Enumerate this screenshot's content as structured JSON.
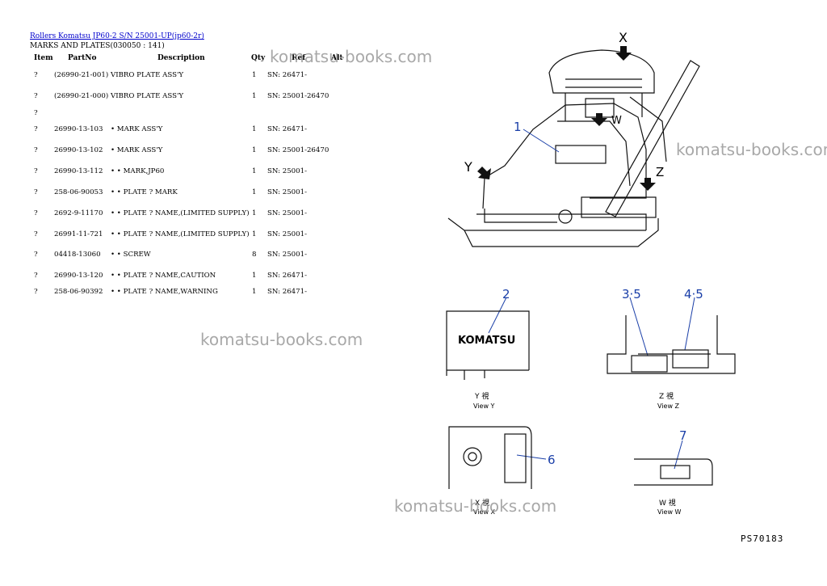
{
  "breadcrumb": "Rollers Komatsu JP60-2 S/N 25001-UP(jp60-2r)",
  "section_title": "MARKS AND PLATES(030050 : 141)",
  "columns": {
    "item": "Item",
    "partno": "PartNo",
    "description": "Description",
    "qty": "Qty",
    "ref": "Ref",
    "alt": "Alt"
  },
  "rows": [
    {
      "item": "?",
      "partno": "(26990-21-001)",
      "description": "VIBRO PLATE ASS'Y",
      "qty": "1",
      "ref": "SN: 26471-"
    },
    {
      "item": "?",
      "partno": "(26990-21-000)",
      "description": "VIBRO PLATE ASS'Y",
      "qty": "1",
      "ref": "SN: 25001-26470"
    },
    {
      "item": "?",
      "partno": "",
      "description": "",
      "qty": "",
      "ref": ""
    },
    {
      "item": "?",
      "partno": "26990-13-103",
      "description": "• MARK ASS'Y",
      "qty": "1",
      "ref": "SN: 26471-"
    },
    {
      "item": "?",
      "partno": "26990-13-102",
      "description": "• MARK ASS'Y",
      "qty": "1",
      "ref": "SN: 25001-26470"
    },
    {
      "item": "?",
      "partno": "26990-13-112",
      "description": "• • MARK,JP60",
      "qty": "1",
      "ref": "SN: 25001-"
    },
    {
      "item": "?",
      "partno": "258-06-90053",
      "description": "• • PLATE ? MARK",
      "qty": "1",
      "ref": "SN: 25001-"
    },
    {
      "item": "?",
      "partno": "2692-9-11170",
      "description": "• • PLATE ? NAME,(LIMITED SUPPLY)",
      "qty": "1",
      "ref": "SN: 25001-"
    },
    {
      "item": "?",
      "partno": "26991-11-721",
      "description": "• • PLATE ? NAME,(LIMITED SUPPLY)",
      "qty": "1",
      "ref": "SN: 25001-"
    },
    {
      "item": "?",
      "partno": "04418-13060",
      "description": "• • SCREW",
      "qty": "8",
      "ref": "SN: 25001-"
    },
    {
      "item": "?",
      "partno": "26990-13-120",
      "description": "• • PLATE ? NAME,CAUTION",
      "qty": "1",
      "ref": "SN: 26471-"
    },
    {
      "item": "?",
      "partno": "258-06-90392",
      "description": "• • PLATE ? NAME,WARNING",
      "qty": "1",
      "ref": "SN: 26471-"
    }
  ],
  "watermark": "komatsu-books.com",
  "diagram": {
    "view_letters": {
      "x": "X",
      "y": "Y",
      "w": "W",
      "z": "Z"
    },
    "callouts": {
      "c1": "1",
      "c2": "2",
      "c35": "3·5",
      "c45": "4·5",
      "c6": "6",
      "c7": "7"
    },
    "brand_text": "KOMATSU",
    "view_labels": {
      "y_jp": "Y 視",
      "y_en": "View Y",
      "z_jp": "Z 視",
      "z_en": "View Z",
      "x_jp": "X 視",
      "x_en": "View X",
      "w_jp": "W 視",
      "w_en": "View W"
    },
    "drawing_code": "PS70183"
  }
}
